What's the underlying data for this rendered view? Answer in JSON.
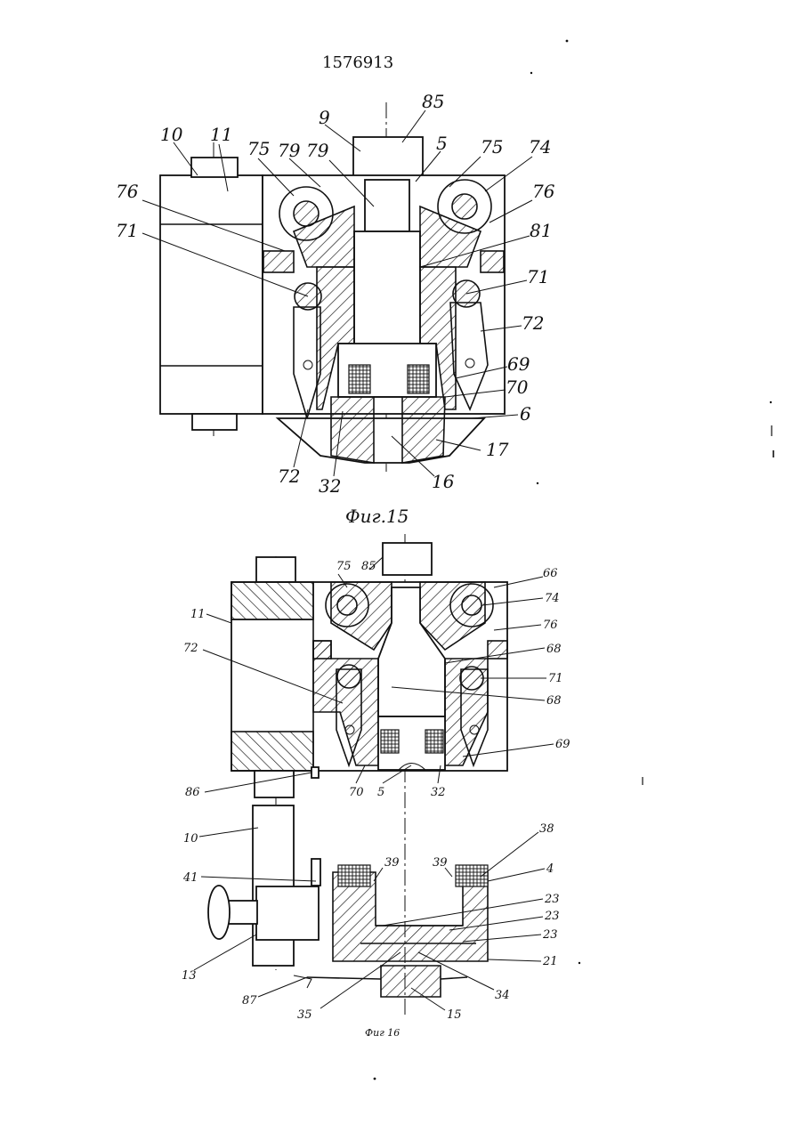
{
  "header": {
    "patent_number": "1576913"
  },
  "figures": [
    {
      "caption": "Фиг.15",
      "labels": [
        "85",
        "9",
        "5",
        "10",
        "11",
        "75",
        "79",
        "79",
        "75",
        "74",
        "76",
        "76",
        "81",
        "71",
        "71",
        "72",
        "69",
        "70",
        "6",
        "17",
        "72",
        "32",
        "16"
      ]
    },
    {
      "caption": "Фиг 16",
      "labels": [
        "85",
        "75",
        "66",
        "74",
        "11",
        "72",
        "76",
        "68",
        "71",
        "68",
        "69",
        "86",
        "70",
        "5",
        "32",
        "10",
        "38",
        "41",
        "39",
        "39",
        "4",
        "23",
        "23",
        "23",
        "21",
        "13",
        "87",
        "34",
        "35",
        "15"
      ]
    }
  ]
}
